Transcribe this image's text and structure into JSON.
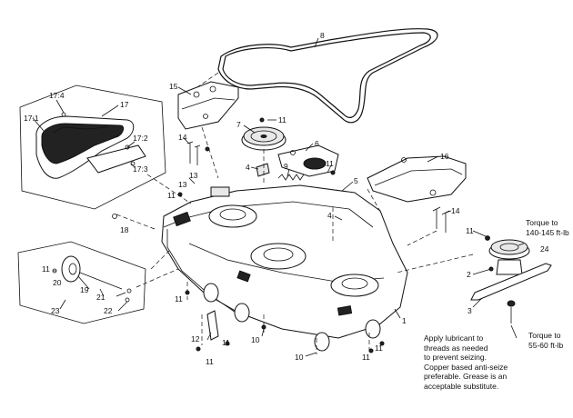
{
  "callouts": [
    {
      "id": "c8",
      "text": "8"
    },
    {
      "id": "c15",
      "text": "15"
    },
    {
      "id": "c17",
      "text": "17"
    },
    {
      "id": "c17-4",
      "text": "17:4"
    },
    {
      "id": "c17-1",
      "text": "17:1"
    },
    {
      "id": "c17-2",
      "text": "17:2"
    },
    {
      "id": "c17-3",
      "text": "17:3"
    },
    {
      "id": "c18",
      "text": "18"
    },
    {
      "id": "c7",
      "text": "7"
    },
    {
      "id": "c11a",
      "text": "11"
    },
    {
      "id": "c14a",
      "text": "14"
    },
    {
      "id": "c6",
      "text": "6"
    },
    {
      "id": "c4a",
      "text": "4"
    },
    {
      "id": "c9",
      "text": "9"
    },
    {
      "id": "c11b",
      "text": "11"
    },
    {
      "id": "c5",
      "text": "5"
    },
    {
      "id": "c16",
      "text": "16"
    },
    {
      "id": "c13",
      "text": "13"
    },
    {
      "id": "c13b",
      "text": "13"
    },
    {
      "id": "c11c",
      "text": "11"
    },
    {
      "id": "c4b",
      "text": "4"
    },
    {
      "id": "c14b",
      "text": "14"
    },
    {
      "id": "c11d",
      "text": "11"
    },
    {
      "id": "c24",
      "text": "24"
    },
    {
      "id": "c2",
      "text": "2"
    },
    {
      "id": "c3",
      "text": "3"
    },
    {
      "id": "c11e",
      "text": "11"
    },
    {
      "id": "c20",
      "text": "20"
    },
    {
      "id": "c19",
      "text": "19"
    },
    {
      "id": "c21",
      "text": "21"
    },
    {
      "id": "c22",
      "text": "22"
    },
    {
      "id": "c23",
      "text": "23"
    },
    {
      "id": "c11f",
      "text": "11"
    },
    {
      "id": "c12",
      "text": "12"
    },
    {
      "id": "c11g",
      "text": "11"
    },
    {
      "id": "c11h",
      "text": "11"
    },
    {
      "id": "c10a",
      "text": "10"
    },
    {
      "id": "c10b",
      "text": "10"
    },
    {
      "id": "c11i",
      "text": "11"
    },
    {
      "id": "c11j",
      "text": "11"
    },
    {
      "id": "c1",
      "text": "1"
    }
  ],
  "notes": {
    "torque_top": [
      "Torque to",
      "140-145 ft-lb"
    ],
    "torque_bottom": [
      "Torque to",
      "55-60 ft-lb"
    ],
    "apply": [
      "Apply lubricant to",
      "threads as needed",
      "to prevent seizing.",
      "Copper based anti-seize",
      "preferable. Grease is an",
      "acceptable substitute."
    ]
  }
}
